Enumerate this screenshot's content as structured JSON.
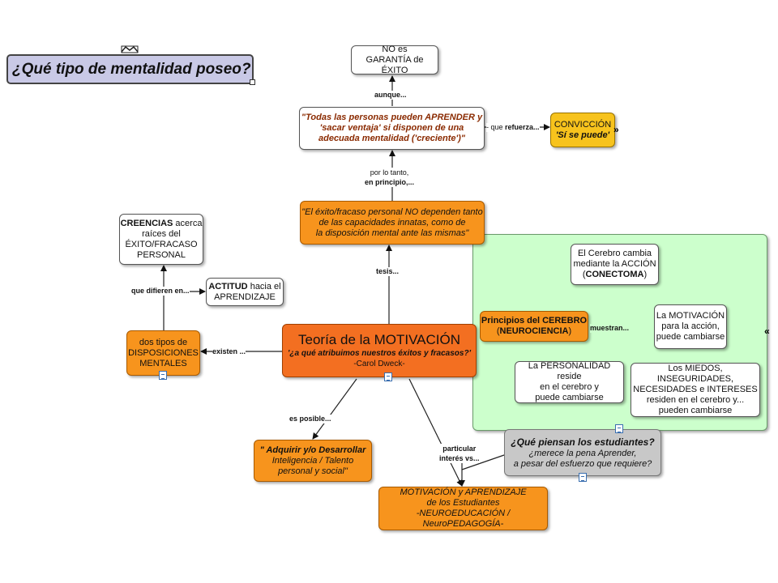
{
  "title": "¿Qué tipo de mentalidad poseo?",
  "nodes": {
    "no_garantia": "NO es\nGARANTÍA de ÉXITO",
    "todas": "\"Todas las personas pueden APRENDER y\n'sacar ventaja' si disponen de una\nadecuada mentalidad ('creciente')\"",
    "conviccion_1": "CONVICCIÓN",
    "conviccion_2": "'Sí se puede'",
    "exito": "\"El éxito/fracaso personal NO dependen tanto\nde las capacidades innatas, como de\nla disposición mental ante las mismas\"",
    "creencias_b": "CREENCIAS",
    "creencias_r": " acerca\nraíces del\nÉXITO/FRACASO\nPERSONAL",
    "actitud_b": "ACTITUD",
    "actitud_r": " hacia el\nAPRENDIZAJE",
    "dos_tipos": "dos tipos de\nDISPOSICIONES\nMENTALES",
    "teoria_1": "Teoría de la MOTIVACIÓN",
    "teoria_2": "'¿a qué atribuimos nuestros éxitos y fracasos?'",
    "teoria_3": "-Carol Dweck-",
    "adquirir_b": "\" Adquirir y/o Desarrollar",
    "adquirir_r": "Inteligencia / Talento\npersonal y social\"",
    "motivacion_aprendizaje": "MOTIVACIÓN y APRENDIZAJE\nde los Estudiantes\n-NEUROEDUCACIÓN / NeuroPEDAGOGÍA-",
    "que_piensan_b": "¿Qué piensan los estudiantes?",
    "que_piensan_r": "¿merece la pena Aprender,\na pesar del esfuerzo que requiere?",
    "principios_b": "Principios del CEREBRO",
    "principios_r1": "(",
    "principios_b2": "NEUROCIENCIA",
    "principios_r2": ")",
    "cerebro_cambia_1": "El Cerebro cambia\nmediante la ACCIÓN\n(",
    "cerebro_cambia_b": "CONECTOMA",
    "cerebro_cambia_2": ")",
    "motivacion_accion": "La MOTIVACIÓN\npara la acción,\npuede cambiarse",
    "personalidad": "La PERSONALIDAD reside\nen el cerebro y\npuede cambiarse",
    "miedos": "Los MIEDOS, INSEGURIDADES,\nNECESIDADES e INTERESES\nresiden en el cerebro y...\npueden cambiarse"
  },
  "links": {
    "aunque": "aunque...",
    "que_refuerza_1": "- que ",
    "que_refuerza_2": "refuerza...",
    "por_lo_tanto_1": "por lo tanto,",
    "por_lo_tanto_2": "en principio,...",
    "tesis": "tesis...",
    "que_difieren": "que difieren en...",
    "existen": "existen ...",
    "es_posible": "es posible...",
    "particular_1": "particular",
    "particular_2": "interés vs...",
    "muestran": "muestran..."
  }
}
